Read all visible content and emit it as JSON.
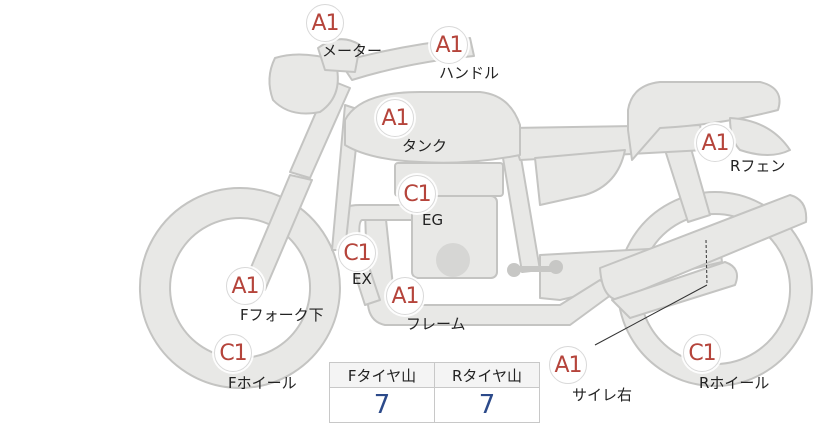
{
  "parts": [
    {
      "id": "meter",
      "grade": "A1",
      "label": "メーター"
    },
    {
      "id": "handle",
      "grade": "A1",
      "label": "ハンドル"
    },
    {
      "id": "tank",
      "grade": "A1",
      "label": "タンク"
    },
    {
      "id": "engine",
      "grade": "C1",
      "label": "EG"
    },
    {
      "id": "exhaust",
      "grade": "C1",
      "label": "EX"
    },
    {
      "id": "front-fork",
      "grade": "A1",
      "label": "Fフォーク下"
    },
    {
      "id": "frame",
      "grade": "A1",
      "label": "フレーム"
    },
    {
      "id": "front-wheel",
      "grade": "C1",
      "label": "Fホイール"
    },
    {
      "id": "rear-fender",
      "grade": "A1",
      "label": "Rフェン"
    },
    {
      "id": "rear-wheel",
      "grade": "C1",
      "label": "Rホイール"
    },
    {
      "id": "muffler-right",
      "grade": "A1",
      "label": "サイレ右"
    }
  ],
  "tire_table": {
    "front_header": "Fタイヤ山",
    "rear_header": "Rタイヤ山",
    "front_value": "7",
    "rear_value": "7"
  },
  "colors": {
    "badge_text": "#b5443b",
    "value_text": "#2c4a8a",
    "bike_fill": "#e8e8e6",
    "bike_stroke": "#c4c4c2"
  }
}
